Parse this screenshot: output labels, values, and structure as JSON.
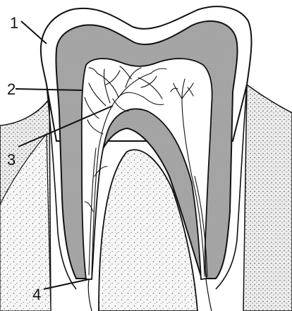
{
  "labels": {
    "one": "1",
    "two": "2",
    "three": "3",
    "four": "4"
  },
  "colors": {
    "ink": "#111111",
    "enamel": "#ffffff",
    "dentin": "#a9a9a9",
    "pulp": "#ffffff",
    "tissue": "#f4f4f4"
  }
}
